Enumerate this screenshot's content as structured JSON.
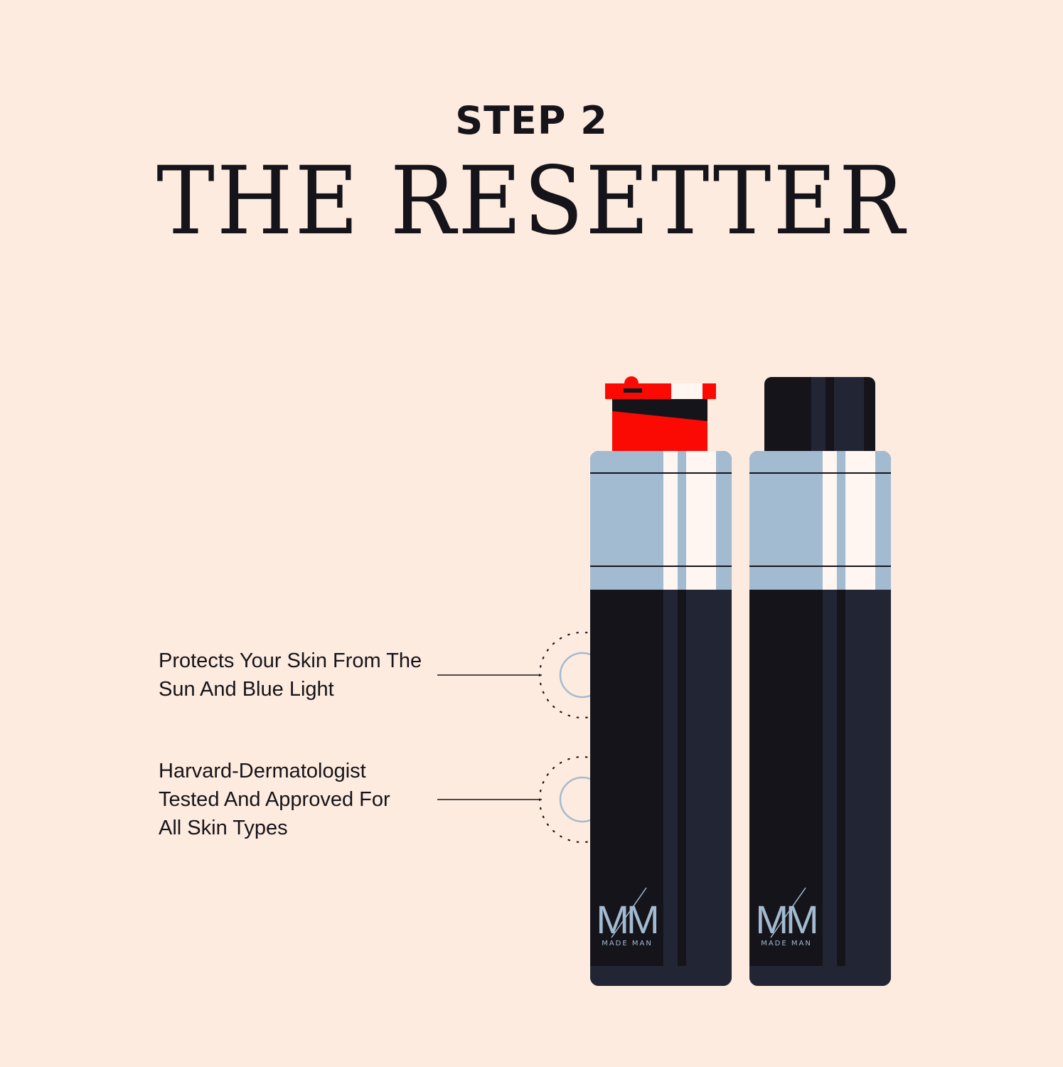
{
  "header": {
    "step_label": "STEP 2",
    "title": "THE RESETTER"
  },
  "callouts": [
    {
      "lines": [
        "Protects Your Skin From The",
        "Sun And Blue Light"
      ]
    },
    {
      "lines": [
        "Harvard-Dermatologist",
        "Tested And Approved For",
        "All Skin Types"
      ]
    }
  ],
  "brand": {
    "monogram": "MM",
    "name": "MADE MAN"
  },
  "colors": {
    "background": "#feebdf",
    "bottle_dark": "#15141a",
    "bottle_stripe": "#222634",
    "label_blue": "#a3bbd0",
    "label_white": "#fff6f2",
    "cap_red": "#fb0a04",
    "cap_black": "#15141a"
  }
}
